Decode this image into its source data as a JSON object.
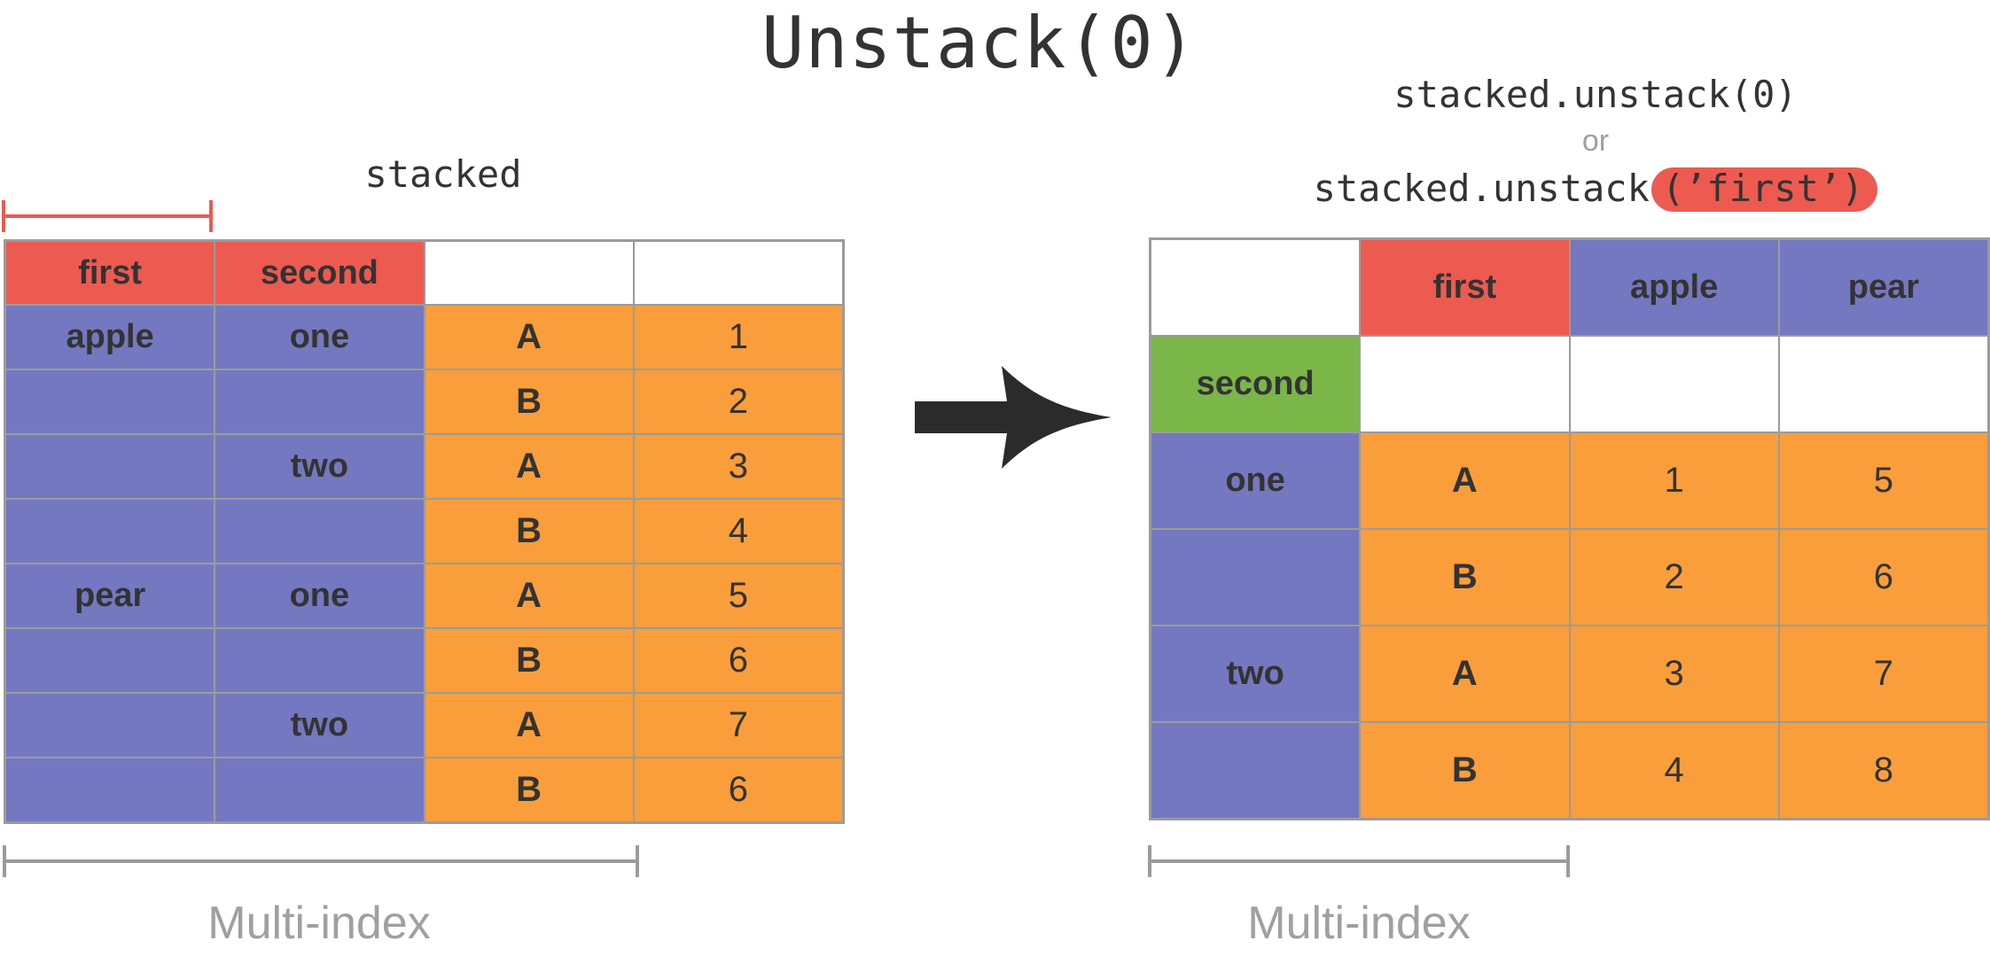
{
  "title": "Unstack(0)",
  "code_annotation": {
    "line1": "stacked.unstack(0)",
    "separator": "or",
    "line2_prefix": "stacked.unstack",
    "line2_highlighted": "(’first’)"
  },
  "stacked_table": {
    "label": "stacked",
    "columns": [
      "first",
      "second",
      "",
      ""
    ],
    "rows": [
      [
        "apple",
        "one",
        "A",
        "1"
      ],
      [
        "",
        "",
        "B",
        "2"
      ],
      [
        "",
        "two",
        "A",
        "3"
      ],
      [
        "",
        "",
        "B",
        "4"
      ],
      [
        "pear",
        "one",
        "A",
        "5"
      ],
      [
        "",
        "",
        "B",
        "6"
      ],
      [
        "",
        "two",
        "A",
        "7"
      ],
      [
        "",
        "",
        "B",
        "6"
      ]
    ],
    "bracket_label": "Multi-index"
  },
  "unstacked_table": {
    "header_row": [
      "",
      "first",
      "apple",
      "pear"
    ],
    "index_row": [
      "second",
      "",
      "",
      ""
    ],
    "rows": [
      [
        "one",
        "A",
        "1",
        "5"
      ],
      [
        "",
        "B",
        "2",
        "6"
      ],
      [
        "two",
        "A",
        "3",
        "7"
      ],
      [
        "",
        "B",
        "4",
        "8"
      ]
    ],
    "bracket_label": "Multi-index"
  },
  "colors": {
    "red": "#ed5a50",
    "purple": "#7478c0",
    "orange": "#f99e3b",
    "green": "#7ab648",
    "border": "#9b9b9b",
    "text": "#333333",
    "muted": "#a0a0a0",
    "arrow": "#2b2b2b"
  }
}
